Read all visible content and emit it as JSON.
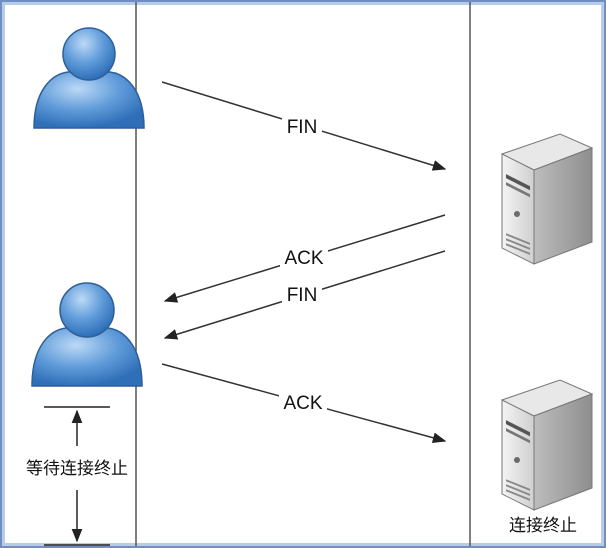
{
  "messages": [
    {
      "label": "FIN",
      "direction": "client-to-server"
    },
    {
      "label": "ACK",
      "direction": "server-to-client"
    },
    {
      "label": "FIN",
      "direction": "server-to-client"
    },
    {
      "label": "ACK",
      "direction": "client-to-server"
    }
  ],
  "annotations": {
    "client_wait": "等待连接终止",
    "server_closed": "连接终止"
  },
  "icons": {
    "client": "user-icon",
    "server": "server-tower-icon"
  },
  "colors": {
    "border": "#6f8fc2",
    "user_blue": "#4f8fd0",
    "server_gray": "#d9d9d9",
    "line": "#333333"
  }
}
